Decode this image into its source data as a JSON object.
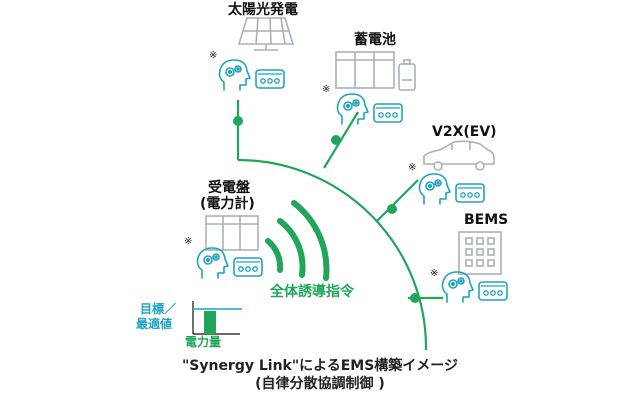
{
  "nodes": {
    "solar": {
      "label": "太陽光発電",
      "mark": "※"
    },
    "battery": {
      "label": "蓄電池",
      "mark": "※"
    },
    "v2x": {
      "label": "V2X(EV)",
      "mark": "※"
    },
    "bems": {
      "label": "BEMS",
      "mark": "※"
    },
    "meter": {
      "label_line1": "受電盤",
      "label_line2": "(電力計)",
      "mark": "※"
    }
  },
  "hub_label": "全体誘導指令",
  "legend": {
    "target_line1": "目標／",
    "target_line2": "最適値",
    "power": "電力量"
  },
  "caption": {
    "line1": "\"Synergy Link\"によるEMS構築イメージ",
    "line2": "(自律分散協調制御 )"
  },
  "colors": {
    "green": "#20a65a",
    "turquoise": "#1fa3bf",
    "gray": "#aab1b6",
    "text": "#111111"
  },
  "icons": [
    "solar-panel-icon",
    "battery-cabinet-icon",
    "battery-cell-icon",
    "car-icon",
    "building-icon",
    "switchboard-icon",
    "ai-head-icon",
    "controller-box-icon",
    "signal-waves-icon"
  ]
}
